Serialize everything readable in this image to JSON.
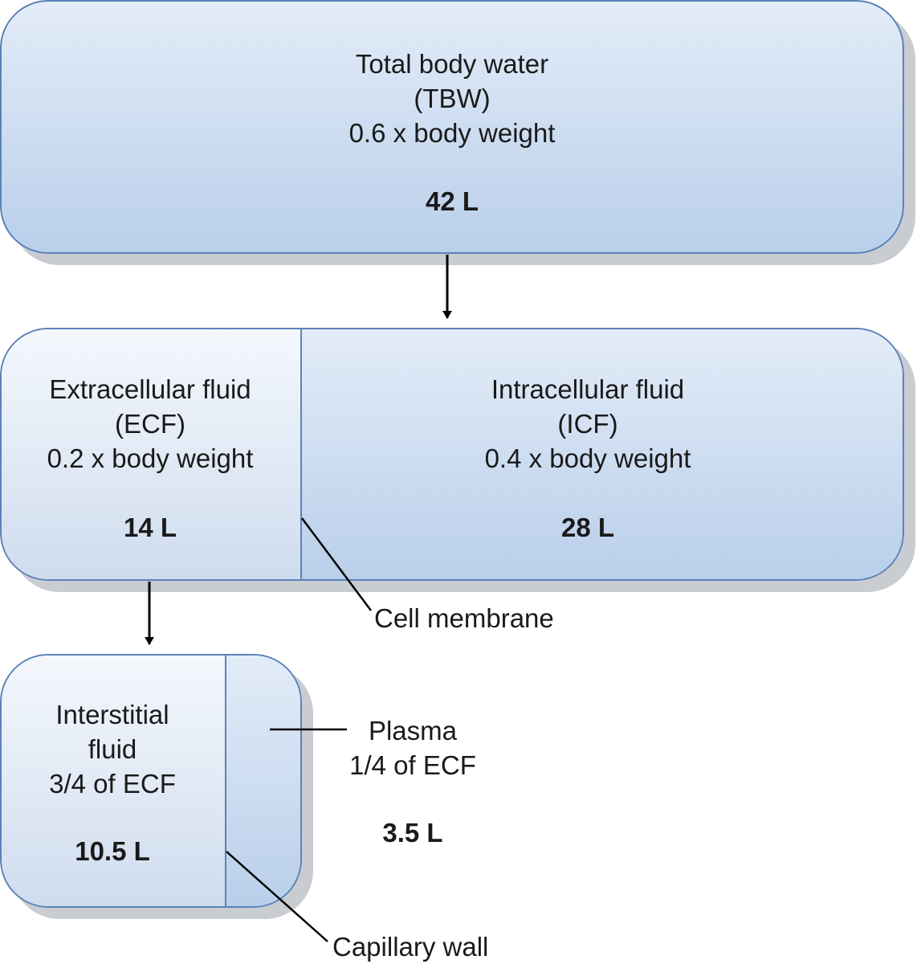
{
  "tbw": {
    "line1": "Total body water",
    "line2": "(TBW)",
    "line3": "0.6 x body weight",
    "volume": "42 L"
  },
  "ecf": {
    "line1": "Extracellular fluid",
    "line2": "(ECF)",
    "line3": "0.2 x body weight",
    "volume": "14 L"
  },
  "icf": {
    "line1": "Intracellular fluid",
    "line2": "(ICF)",
    "line3": "0.4 x body weight",
    "volume": "28 L"
  },
  "interstitial": {
    "line1": "Interstitial",
    "line2": "fluid",
    "line3": "3/4 of ECF",
    "volume": "10.5 L"
  },
  "plasma": {
    "line1": "Plasma",
    "line2": "1/4 of ECF",
    "volume": "3.5 L"
  },
  "annotations": {
    "cell_membrane": "Cell membrane",
    "capillary_wall": "Capillary wall"
  },
  "colors": {
    "border": "#5b82b8",
    "shadow": "#c9ccd1",
    "fill_dark": "#b9cfea",
    "fill_light": "#f4f8fd"
  }
}
